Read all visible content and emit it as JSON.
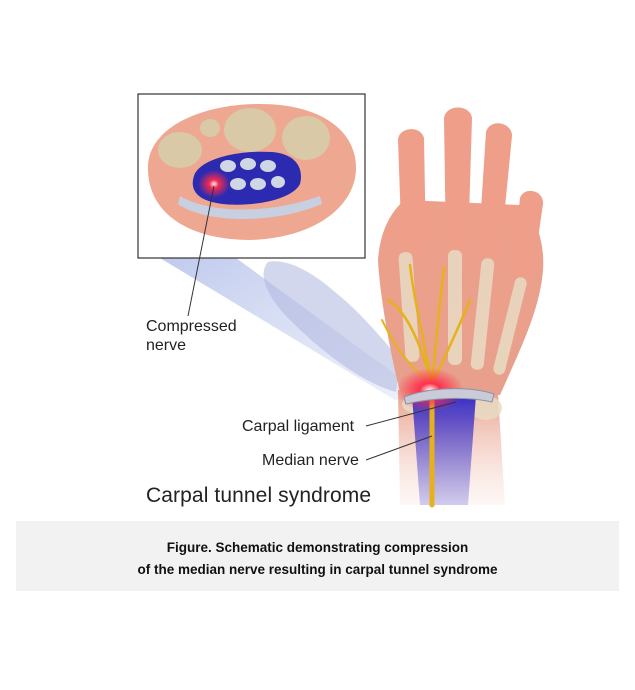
{
  "figure": {
    "labels": {
      "compressed_nerve_line1": "Compressed",
      "compressed_nerve_line2": "nerve",
      "carpal_ligament": "Carpal ligament",
      "median_nerve": "Median nerve",
      "title": "Carpal tunnel syndrome"
    },
    "colors": {
      "skin": "#e89c84",
      "bone": "#e9dcc4",
      "nerve": "#e6b21c",
      "compression": "#e8203c",
      "tunnel": "#2c2ab0"
    }
  },
  "caption": {
    "line1": "Figure. Schematic demonstrating compression",
    "line2": "of the median nerve resulting in carpal tunnel syndrome"
  }
}
